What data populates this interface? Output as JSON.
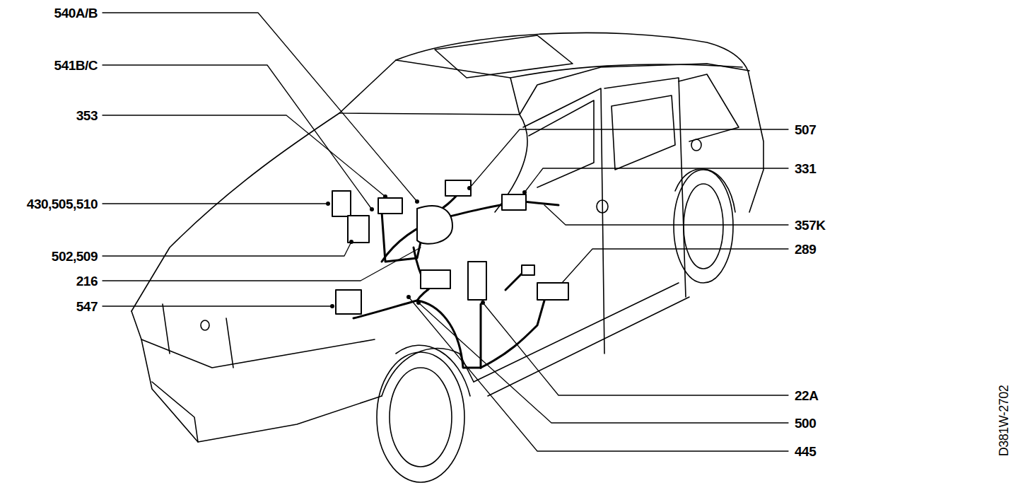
{
  "diagram": {
    "labels": [
      "540A/B",
      "541B/C",
      "353",
      "430,505,510",
      "502,509",
      "216",
      "547",
      "507",
      "331",
      "357K",
      "289",
      "22A",
      "500",
      "445",
      "D381W-2702"
    ]
  }
}
